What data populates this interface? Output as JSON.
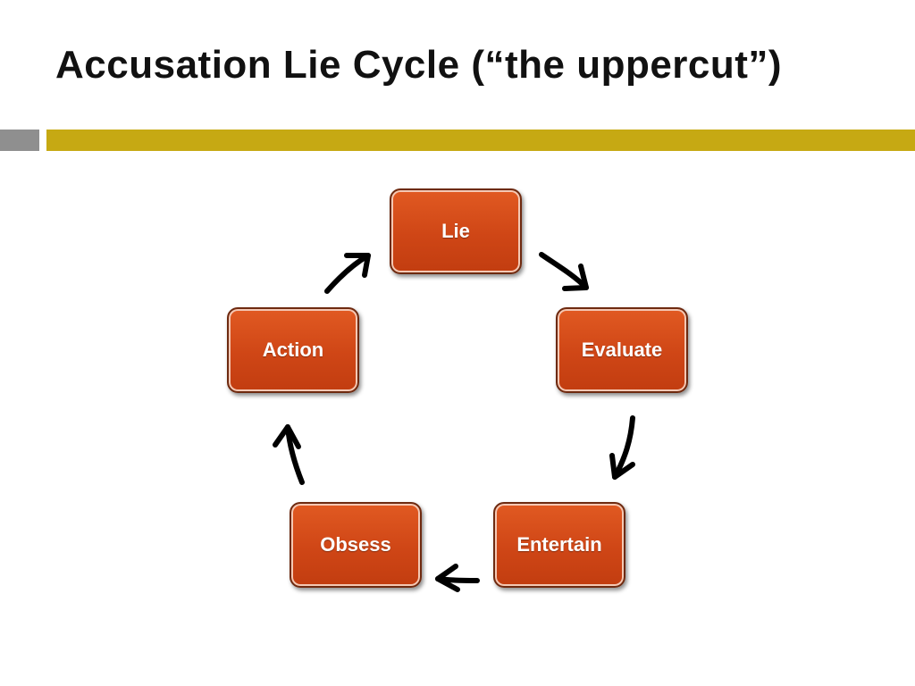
{
  "slide": {
    "title": "Accusation Lie Cycle (“the uppercut”)"
  },
  "cycle": {
    "nodes": [
      {
        "id": "lie",
        "label": "Lie"
      },
      {
        "id": "evaluate",
        "label": "Evaluate"
      },
      {
        "id": "entertain",
        "label": "Entertain"
      },
      {
        "id": "obsess",
        "label": "Obsess"
      },
      {
        "id": "action",
        "label": "Action"
      }
    ]
  },
  "colors": {
    "accent_bar": "#c6a913",
    "gray_bar": "#8f8f8f",
    "node_fill": "#d14a18",
    "node_text": "#ffffff",
    "arrow": "#000000"
  }
}
